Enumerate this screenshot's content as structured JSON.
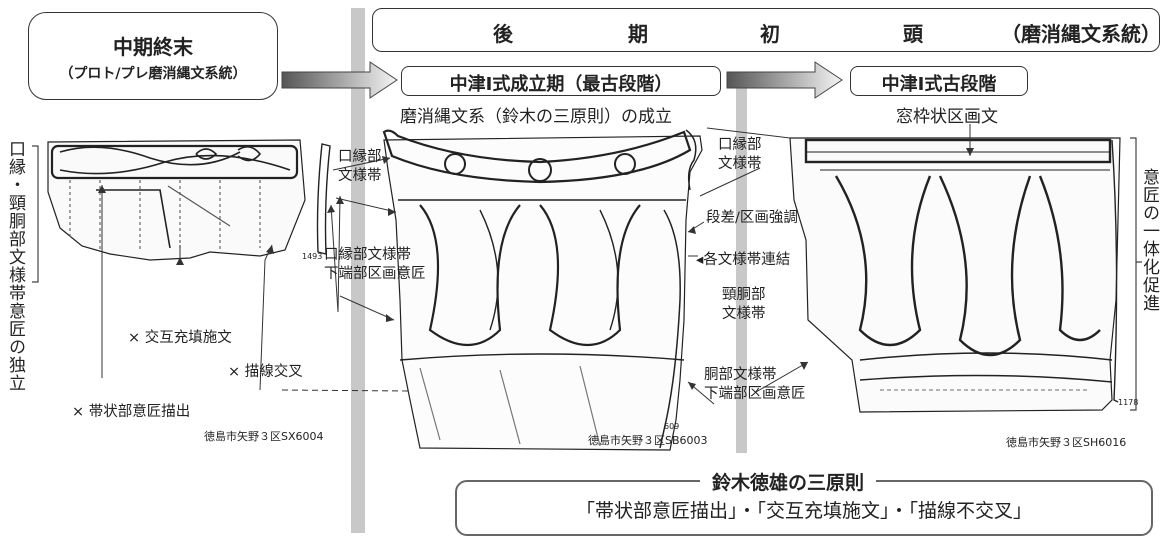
{
  "header": {
    "late_chars": [
      "後",
      "期",
      "初",
      "頭"
    ],
    "late_sub": "（磨消縄文系統）"
  },
  "middle_period": {
    "title": "中期終末",
    "subtitle": "（プロト/プレ磨消縄文系統）"
  },
  "stage1": {
    "title": "中津Ⅰ式成立期（最古段階）",
    "caption": "磨消縄文系（鈴木の三原則）の成立"
  },
  "stage2": {
    "title": "中津Ⅰ式古段階",
    "caption": "窓枠状区画文"
  },
  "left_vertical": "口縁・頸胴部文様帯意匠の独立",
  "right_vertical": "意匠の一体化促進",
  "left_notes": {
    "cross_fill": "× 交互充填施文",
    "line_cross": "× 描線交叉",
    "band_design": "× 帯状部意匠描出"
  },
  "center_notes": {
    "rim_band": "口縁部\n文様帯",
    "rim_band_lower": "口縁部文様帯\n下端部区画意匠",
    "num_1493": "1493"
  },
  "right_notes": {
    "rim_band": "口縁部\n文様帯",
    "step": "段差/区画強調",
    "link": "◂各文様帯連結",
    "neck_band": "頸胴部\n文様帯",
    "body_band_lower": "胴部文様帯\n下端部区画意匠",
    "num_609": "609",
    "num_1178": "1178"
  },
  "sites": {
    "left": "徳島市矢野３区SX6004",
    "center": "徳島市矢野３区SB6003",
    "right": "徳島市矢野３区SH6016"
  },
  "principles": {
    "title": "鈴木徳雄の三原則",
    "items": "「帯状部意匠描出」・「交互充填施文」・「描線不交叉」"
  }
}
